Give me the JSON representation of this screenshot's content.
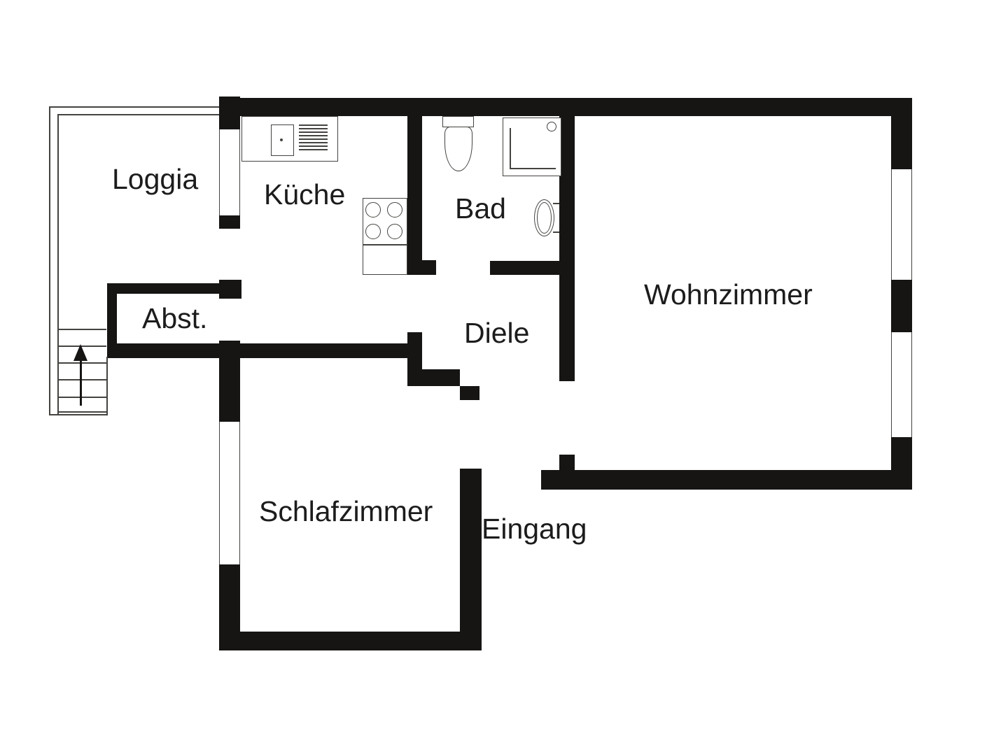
{
  "title": "Apartment floor plan",
  "colors": {
    "wall": "#161514",
    "line": "#444340",
    "text": "#1c1c1c",
    "background": "#ffffff"
  },
  "rooms": {
    "loggia": {
      "label": "Loggia"
    },
    "kueche": {
      "label": "Küche"
    },
    "bad": {
      "label": "Bad"
    },
    "wohnzimmer": {
      "label": "Wohnzimmer"
    },
    "abstellraum": {
      "label": "Abst."
    },
    "diele": {
      "label": "Diele"
    },
    "schlafzimmer": {
      "label": "Schlafzimmer"
    },
    "eingang": {
      "label": "Eingang"
    }
  },
  "icons": {
    "stairs": "stairs-with-up-arrow-icon",
    "kitchen_sink": "kitchen-sink-icon",
    "drainer": "sink-drainer-icon",
    "stove": "four-burner-stove-icon",
    "toilet": "toilet-icon",
    "shower": "shower-tray-icon",
    "washbasin": "washbasin-icon"
  }
}
